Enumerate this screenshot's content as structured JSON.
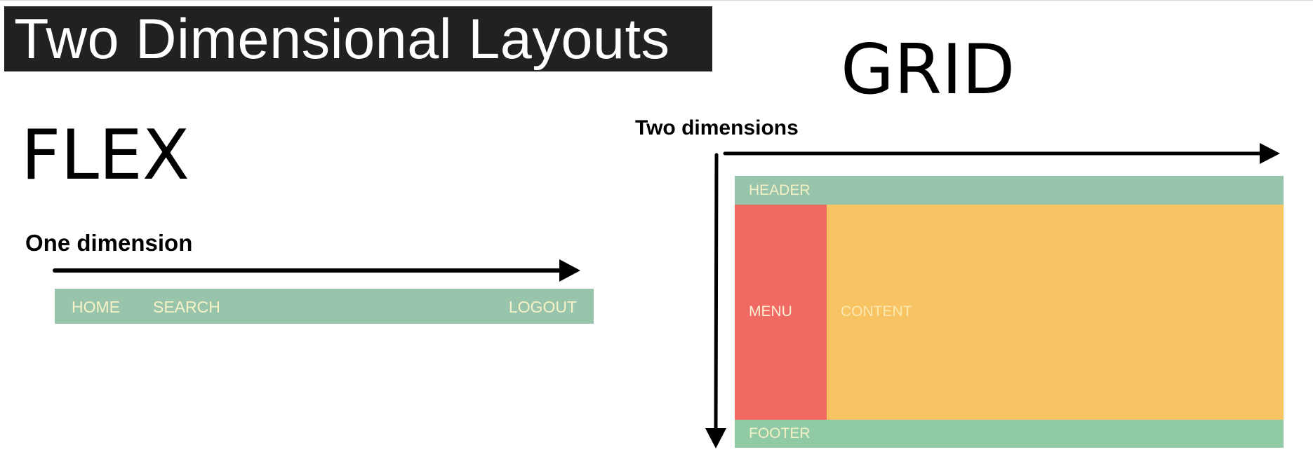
{
  "slide": {
    "title": "Two Dimensional Layouts"
  },
  "flex": {
    "heading": "FLEX",
    "dimension_label": "One dimension",
    "navbar": {
      "items": [
        "HOME",
        "SEARCH",
        "LOGOUT"
      ]
    }
  },
  "grid": {
    "heading": "GRID",
    "dimension_label": "Two dimensions",
    "areas": {
      "header": "HEADER",
      "menu": "MENU",
      "content": "CONTENT",
      "footer": "FOOTER"
    }
  },
  "colors": {
    "title_bar": "#222022",
    "green": "#98c4ab",
    "red": "#ee6a63",
    "orange": "#f8c363",
    "footer_green": "#90cba6",
    "label_text": "#f6f1c6"
  }
}
